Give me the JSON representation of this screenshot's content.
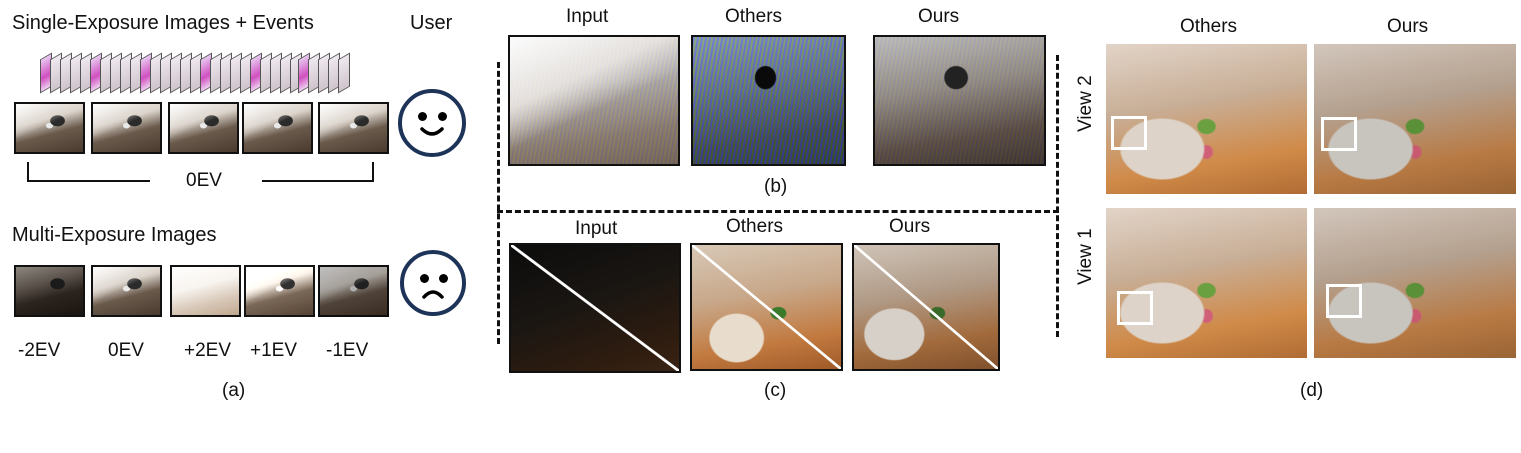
{
  "panel_a": {
    "single_title": "Single-Exposure Images + Events",
    "user_label": "User",
    "single_bracket_label": "0EV",
    "multi_title": "Multi-Exposure Images",
    "multi_ev_labels": [
      "-2EV",
      "0EV",
      "+2EV",
      "+1EV",
      "-1EV"
    ],
    "happy_icon": "smiley-face-icon",
    "sad_icon": "frowning-face-icon",
    "caption": "(a)"
  },
  "panel_b": {
    "columns": [
      "Input",
      "Others",
      "Ours"
    ],
    "caption": "(b)"
  },
  "panel_c": {
    "columns": [
      "Input",
      "Others",
      "Ours"
    ],
    "caption": "(c)"
  },
  "panel_d": {
    "columns": [
      "Others",
      "Ours"
    ],
    "rows": [
      "View 2",
      "View 1"
    ],
    "caption": "(d)"
  },
  "colors": {
    "face_outline": "#1e3358",
    "frame_border": "#111111",
    "highlight_box": "#ffffff"
  }
}
